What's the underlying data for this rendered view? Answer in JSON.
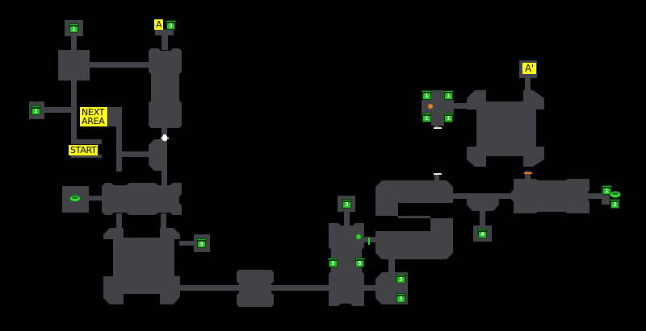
{
  "map": {
    "background": "#000000",
    "room_color": "#414347",
    "labels": {
      "start": "START",
      "next_area": "NEXT AREA",
      "next_line1": "NEXT",
      "next_line2": "AREA",
      "warp_a": "A",
      "warp_a_prime": "A'"
    },
    "chests": [
      {
        "id": "chest-top-left",
        "number": "1"
      },
      {
        "id": "chest-left",
        "number": "2"
      },
      {
        "id": "chest-top-a",
        "number": "3"
      },
      {
        "id": "chest-lower-left-room",
        "number": "3"
      },
      {
        "id": "chest-mid-top",
        "number": "3"
      },
      {
        "id": "chest-mid-left",
        "number": "5"
      },
      {
        "id": "chest-mid-right",
        "number": "5"
      },
      {
        "id": "chest-lower-right-1",
        "number": "3"
      },
      {
        "id": "chest-lower-right-2",
        "number": "3"
      },
      {
        "id": "chest-small-room",
        "number": "4"
      },
      {
        "id": "chest-cluster-tl",
        "number": "1"
      },
      {
        "id": "chest-cluster-tr",
        "number": "1"
      },
      {
        "id": "chest-cluster-bl",
        "number": "1"
      },
      {
        "id": "chest-cluster-br",
        "number": "1"
      },
      {
        "id": "chest-far-right-1",
        "number": "1"
      },
      {
        "id": "chest-far-right-2",
        "number": "2"
      }
    ],
    "markers": {
      "green_dot_color": "#22dd22",
      "orange_dot_color": "#ee7722",
      "orange_door_color": "#ee7722",
      "white_door_color": "#e8e8e8",
      "green_door_color": "#22dd22",
      "label_color": "#ffff1a",
      "chest_color": "#22c422"
    }
  }
}
